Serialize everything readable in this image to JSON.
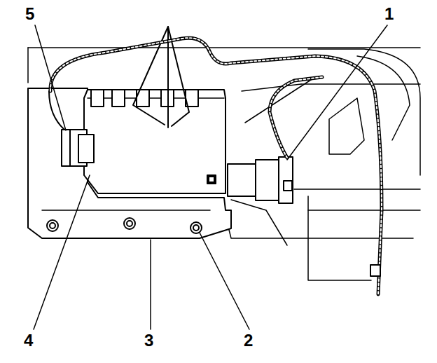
{
  "diagram": {
    "labels": [
      "5",
      "1",
      "4",
      "3",
      "2"
    ]
  }
}
